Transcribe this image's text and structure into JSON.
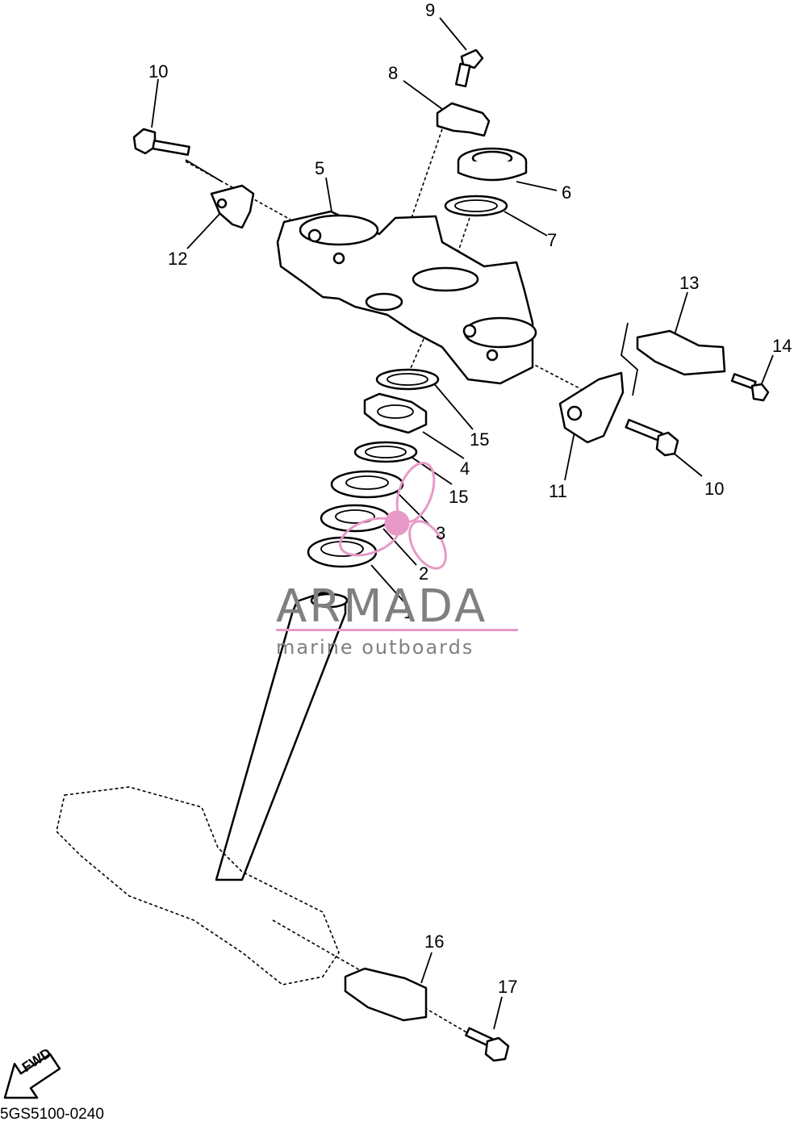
{
  "diagram": {
    "callouts": [
      "1",
      "2",
      "3",
      "4",
      "5",
      "6",
      "7",
      "8",
      "9",
      "10",
      "10",
      "11",
      "12",
      "13",
      "14",
      "15",
      "15",
      "16",
      "17"
    ],
    "drawing_code": "5GS5100-0240",
    "direction_marker": "FWD"
  },
  "watermark": {
    "brand": "ARMADA",
    "tagline": "marine outboards",
    "accent_color": "#e79ac7",
    "text_color": "#808080",
    "logo_icon": "propeller-icon"
  }
}
